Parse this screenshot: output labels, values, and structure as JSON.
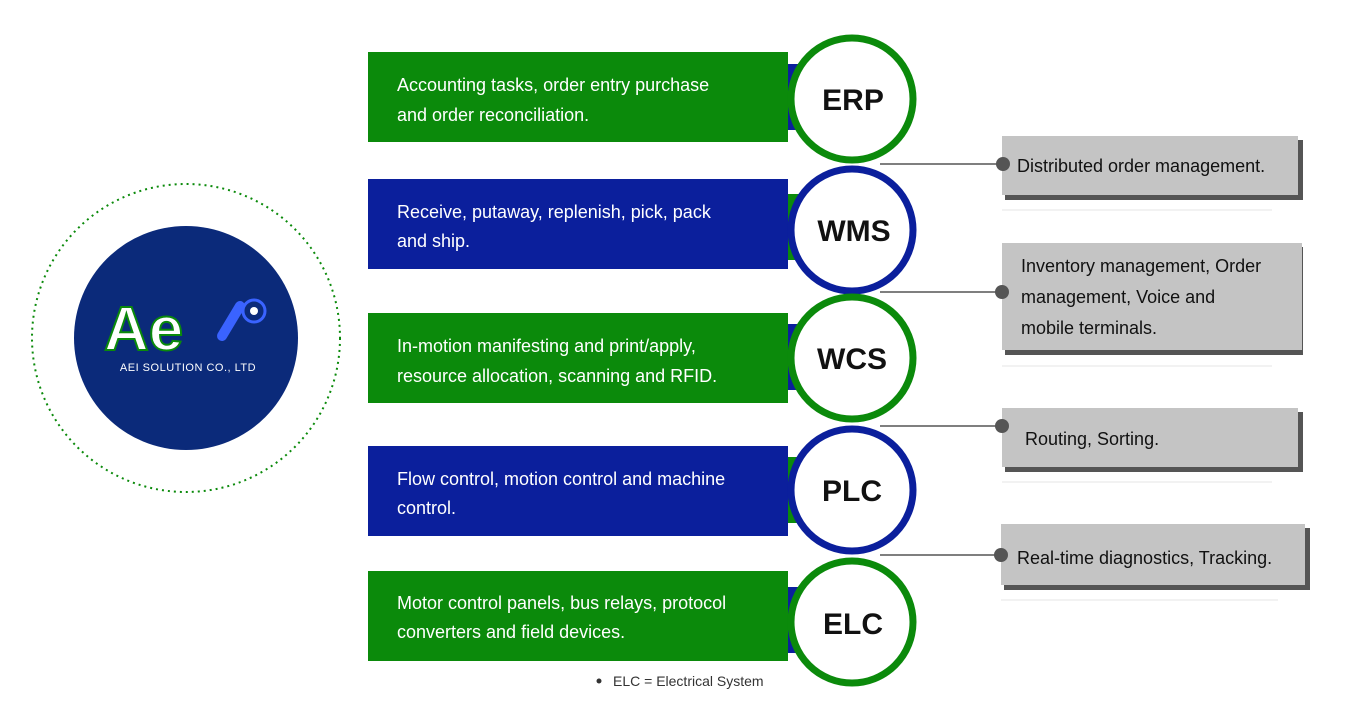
{
  "logo": {
    "mark": "Ae",
    "company": "AEI SOLUTION CO., LTD"
  },
  "layers": [
    {
      "code": "ERP",
      "desc_lines": [
        "Accounting tasks, order entry purchase",
        "and order reconciliation."
      ]
    },
    {
      "code": "WMS",
      "desc_lines": [
        "Receive, putaway, replenish, pick, pack",
        "and ship."
      ]
    },
    {
      "code": "WCS",
      "desc_lines": [
        "In-motion manifesting and print/apply,",
        "resource allocation, scanning and RFID."
      ]
    },
    {
      "code": "PLC",
      "desc_lines": [
        "Flow control, motion control and machine",
        "control."
      ]
    },
    {
      "code": "ELC",
      "desc_lines": [
        "Motor control panels, bus relays, protocol",
        "converters and field devices."
      ]
    }
  ],
  "notes": [
    {
      "lines": [
        "Distributed order management."
      ]
    },
    {
      "lines": [
        "Inventory management, Order",
        "management, Voice and",
        "mobile terminals."
      ]
    },
    {
      "lines": [
        "Routing, Sorting."
      ]
    },
    {
      "lines": [
        "Real-time diagnostics, Tracking."
      ]
    }
  ],
  "footnote": "ELC = Electrical System",
  "colors": {
    "green": "#0b8a0b",
    "blue": "#0b1f9c",
    "logo_bg": "#0b2a7a",
    "note_bg": "#c4c4c4",
    "note_shadow": "#555555",
    "connector": "#555555"
  }
}
